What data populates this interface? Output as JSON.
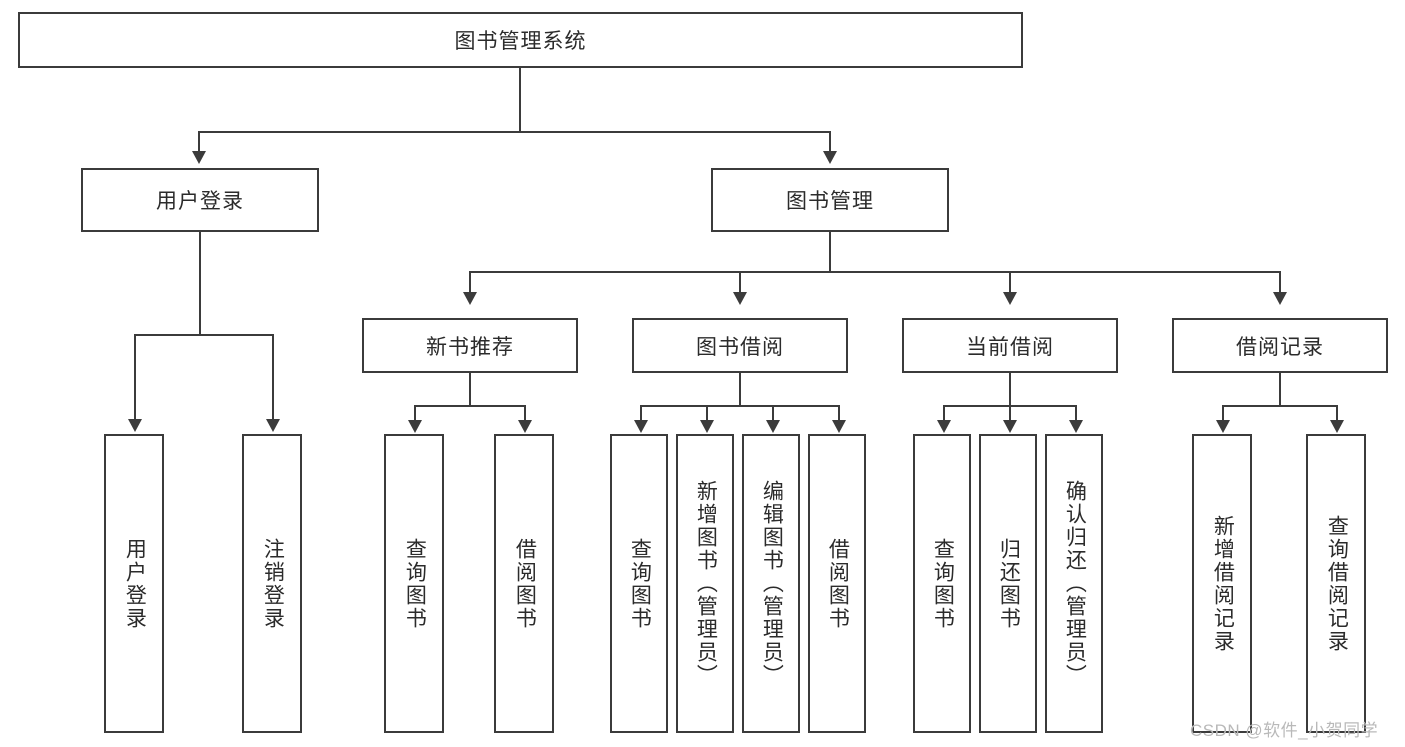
{
  "diagram": {
    "type": "hierarchy-tree",
    "title": "图书管理系统",
    "root": {
      "label": "图书管理系统"
    },
    "level2": [
      {
        "label": "用户登录"
      },
      {
        "label": "图书管理"
      }
    ],
    "level3": [
      {
        "label": "新书推荐"
      },
      {
        "label": "图书借阅"
      },
      {
        "label": "当前借阅"
      },
      {
        "label": "借阅记录"
      }
    ],
    "leaves": {
      "user_login": [
        {
          "label": "用户登录"
        },
        {
          "label": "注销登录"
        }
      ],
      "new_book_recommend": [
        {
          "label": "查询图书"
        },
        {
          "label": "借阅图书"
        }
      ],
      "book_borrow": [
        {
          "label": "查询图书"
        },
        {
          "label": "新增图书（管理员）"
        },
        {
          "label": "编辑图书（管理员）"
        },
        {
          "label": "借阅图书"
        }
      ],
      "current_borrow": [
        {
          "label": "查询图书"
        },
        {
          "label": "归还图书"
        },
        {
          "label": "确认归还（管理员）"
        }
      ],
      "borrow_record": [
        {
          "label": "新增借阅记录"
        },
        {
          "label": "查询借阅记录"
        }
      ]
    }
  },
  "watermark": {
    "text": "CSDN @软件_小贺同学"
  },
  "colors": {
    "stroke": "#3b3b3b",
    "background": "#ffffff",
    "text": "#2b2b2b",
    "watermark": "#b9b9b9"
  }
}
